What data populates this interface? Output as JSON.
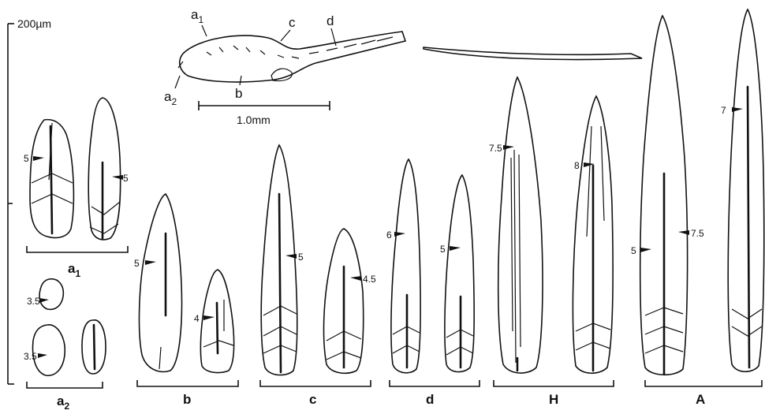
{
  "scale": {
    "label": "200µm"
  },
  "overview": {
    "labels": {
      "a": "a",
      "sub1": "1",
      "sub2": "2",
      "b": "b",
      "c": "c",
      "d": "d"
    },
    "scale_label": "1.0mm"
  },
  "groups": {
    "a1": {
      "letter": "a",
      "sub": "1"
    },
    "a2": {
      "letter": "a",
      "sub": "2"
    },
    "b": {
      "label": "b"
    },
    "c": {
      "label": "c"
    },
    "d": {
      "label": "d"
    },
    "H": {
      "label": "H"
    },
    "A": {
      "label": "A"
    }
  },
  "measurements": {
    "a1_left": "5",
    "a1_right": "5",
    "a2_top": "3.5",
    "a2_bottom": "3.5",
    "b_left": "5",
    "b_right": "4",
    "c_left": "5",
    "c_right": "4.5",
    "d_left": "6",
    "d_right": "5",
    "H_left": "7.5",
    "H_right": "8",
    "A_left_a": "5",
    "A_left_b": "7.5",
    "A_right": "7"
  }
}
